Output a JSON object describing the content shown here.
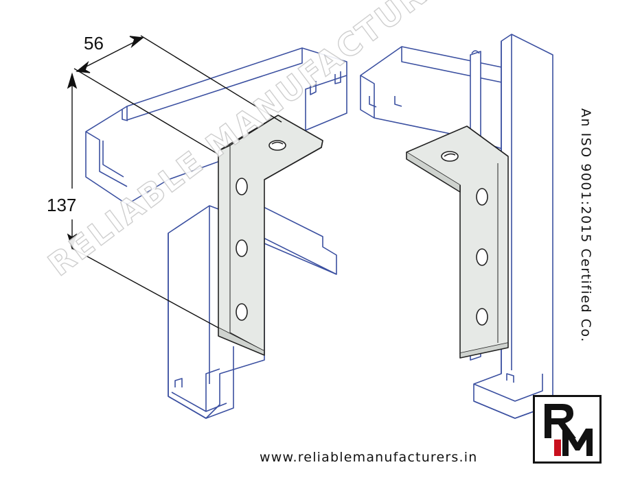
{
  "dimensions": {
    "width_label": "56",
    "height_label": "137"
  },
  "certification": {
    "text": "An ISO 9001:2015 Certified Co."
  },
  "website": {
    "url": "www.reliablemanufacturers.in"
  },
  "logo": {
    "letters": "RM",
    "accent_color": "#c8101e",
    "ink_color": "#111111"
  },
  "watermark": {
    "text": "RELIABLE MANUFACTURERS"
  },
  "colors": {
    "channel_outline": "#3a4fa0",
    "bracket_fill": "#e6e9e6",
    "bracket_outline": "#222222"
  }
}
